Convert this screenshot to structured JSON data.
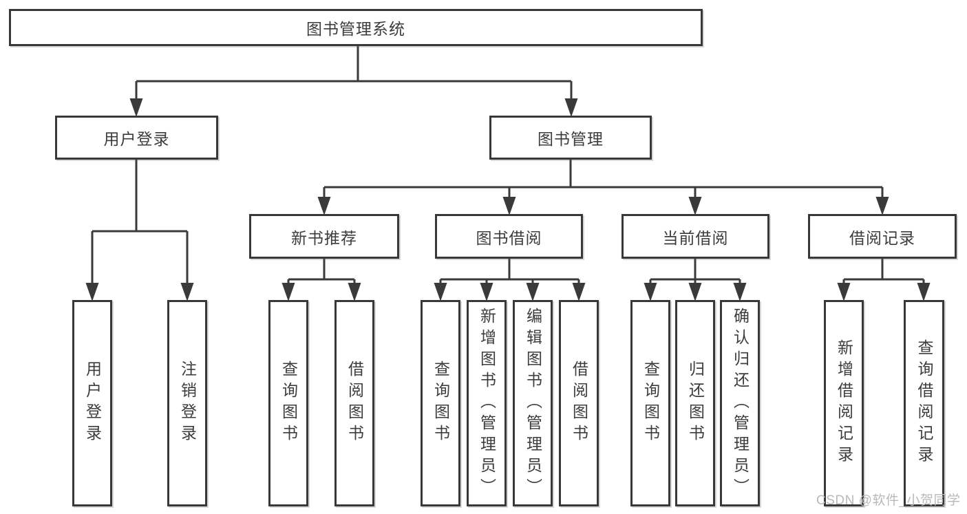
{
  "page": {
    "watermark": "CSDN @软件_小贺同学"
  },
  "colors": {
    "line": "#3a3a3a",
    "box_border": "#383838",
    "text": "#3c3c3c",
    "watermark": "#b9b9b9",
    "background": "#ffffff"
  },
  "tree": {
    "root": {
      "label": "图书管理系统"
    },
    "level2": [
      {
        "label": "用户登录",
        "children": [
          {
            "label": "用户登录"
          },
          {
            "label": "注销登录"
          }
        ]
      },
      {
        "label": "图书管理",
        "children": [
          {
            "label": "新书推荐",
            "children": [
              {
                "label": "查询图书"
              },
              {
                "label": "借阅图书"
              }
            ]
          },
          {
            "label": "图书借阅",
            "children": [
              {
                "label": "查询图书"
              },
              {
                "label": "新增图书（管理员）"
              },
              {
                "label": "编辑图书（管理员）"
              },
              {
                "label": "借阅图书"
              }
            ]
          },
          {
            "label": "当前借阅",
            "children": [
              {
                "label": "查询图书"
              },
              {
                "label": "归还图书"
              },
              {
                "label": "确认归还（管理员）"
              }
            ]
          },
          {
            "label": "借阅记录",
            "children": [
              {
                "label": "新增借阅记录"
              },
              {
                "label": "查询借阅记录"
              }
            ]
          }
        ]
      }
    ]
  }
}
